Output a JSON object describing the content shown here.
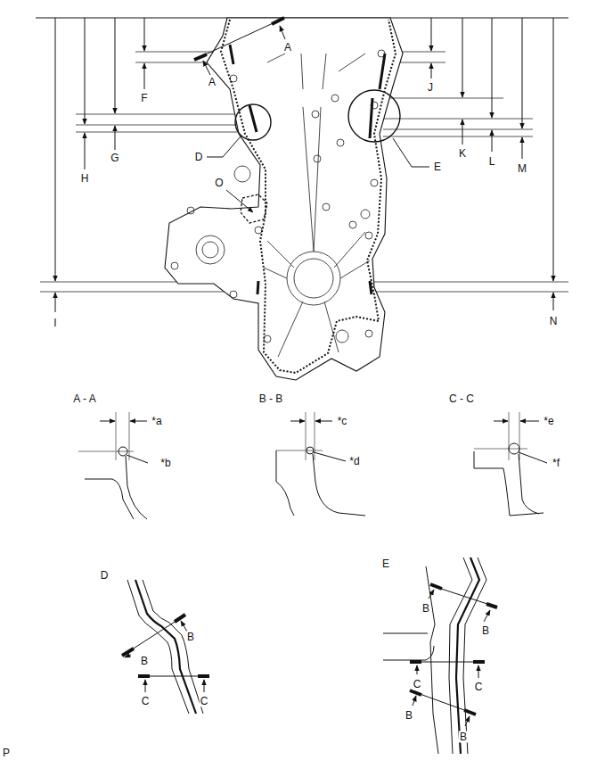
{
  "diagram": {
    "labels": [
      "A",
      "A",
      "F",
      "J",
      "H",
      "G",
      "D",
      "K",
      "L",
      "M",
      "E",
      "O",
      "I",
      "N",
      "A - A",
      "*a",
      "*b",
      "B - B",
      "*c",
      "*d",
      "C - C",
      "*e",
      "*f",
      "D",
      "B",
      "B",
      "C",
      "C",
      "E",
      "B",
      "B",
      "C",
      "C",
      "B",
      "B",
      "P"
    ]
  }
}
